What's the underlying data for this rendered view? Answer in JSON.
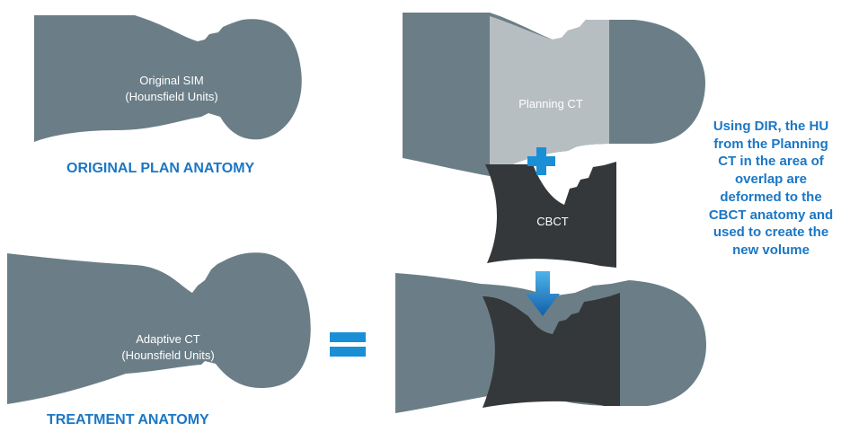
{
  "colors": {
    "head_gray": "#6b7e87",
    "planning_light": "#b6bec2",
    "cbct_dark": "#35383a",
    "accent_blue": "#1b77c5",
    "plus_blue": "#1a8fd6"
  },
  "original": {
    "label_line1": "Original SIM",
    "label_line2": "(Hounsfield Units)",
    "heading": "ORIGINAL PLAN ANATOMY"
  },
  "adaptive": {
    "label_line1": "Adaptive CT",
    "label_line2": "(Hounsfield Units)",
    "heading": "TREATMENT ANATOMY"
  },
  "planning": {
    "label": "Planning CT"
  },
  "cbct": {
    "label": "CBCT"
  },
  "operators": {
    "plus_icon": "plus-icon",
    "equals_icon": "equals-icon",
    "arrow_icon": "arrow-down-icon"
  },
  "note": {
    "lines": [
      "Using DIR, the HU",
      "from the Planning",
      "CT in the area of",
      "overlap are",
      "deformed to the",
      "CBCT anatomy and",
      "used to create the",
      "new volume"
    ]
  }
}
